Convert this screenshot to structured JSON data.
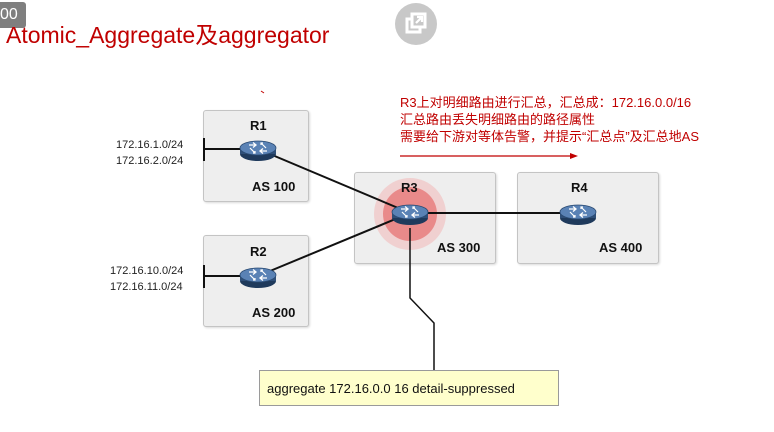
{
  "page_counter": "00",
  "title": "Atomic_Aggregate及aggregator",
  "colors": {
    "title": "#c00000",
    "annotation": "#c00000",
    "router_body": "#3d5e87",
    "box_fill": "#eeeeee",
    "highlight": "#e98a8a",
    "command_fill": "#ffffcc"
  },
  "icons": {
    "popout": "popout-icon",
    "router": "router-icon"
  },
  "routers": {
    "r1": {
      "name": "R1",
      "as": "AS 100",
      "prefixes": [
        "172.16.1.0/24",
        "172.16.2.0/24"
      ]
    },
    "r2": {
      "name": "R2",
      "as": "AS 200",
      "prefixes": [
        "172.16.10.0/24",
        "172.16.11.0/24"
      ]
    },
    "r3": {
      "name": "R3",
      "as": "AS 300"
    },
    "r4": {
      "name": "R4",
      "as": "AS 400"
    }
  },
  "annotation": {
    "line1": "R3上对明细路由进行汇总，汇总成：172.16.0.0/16",
    "line2": "汇总路由丢失明细路由的路径属性",
    "line3": "需要给下游对等体告警，并提示“汇总点”及汇总地AS"
  },
  "command": "aggregate 172.16.0.0 16 detail-suppressed"
}
